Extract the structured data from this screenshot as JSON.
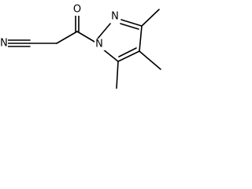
{
  "molecule": {
    "atoms": [
      {
        "id": "N_nitrile",
        "label": "N"
      },
      {
        "id": "O_carbonyl",
        "label": "O"
      },
      {
        "id": "N_ring1",
        "label": "N"
      },
      {
        "id": "N_ring2",
        "label": "N"
      }
    ],
    "bonds": [
      {
        "id": "nitrile-triple",
        "order": 3
      },
      {
        "id": "nitrile-carbon-to-ch2",
        "order": 1
      },
      {
        "id": "ch2-to-carbonyl",
        "order": 1
      },
      {
        "id": "carbonyl-double-o",
        "order": 2
      },
      {
        "id": "carbonyl-to-n1",
        "order": 1
      },
      {
        "id": "n1-to-c5",
        "order": 1
      },
      {
        "id": "c5-to-c4",
        "order": 2
      },
      {
        "id": "c4-to-c3",
        "order": 1
      },
      {
        "id": "c3-to-n2",
        "order": 2
      },
      {
        "id": "n2-to-n1",
        "order": 1
      },
      {
        "id": "c3-methyl",
        "order": 1
      },
      {
        "id": "c4-methyl",
        "order": 1
      },
      {
        "id": "c5-methyl",
        "order": 1
      }
    ]
  }
}
